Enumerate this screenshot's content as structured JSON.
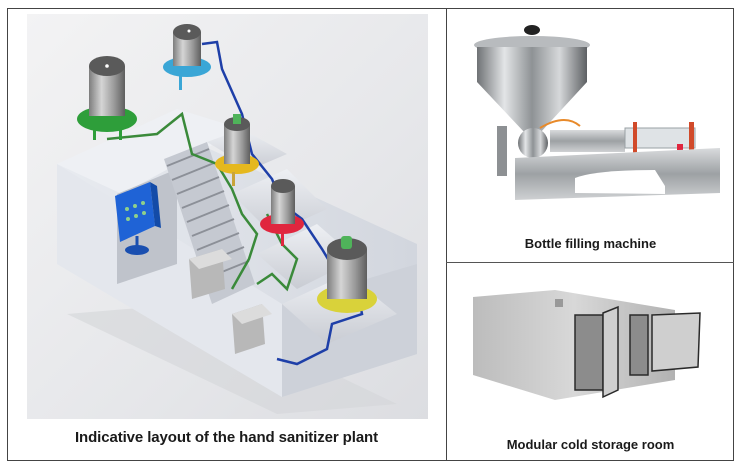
{
  "figures": [
    {
      "id": "plant-layout",
      "caption": "Indicative layout of the hand sanitizer plant",
      "image_alt": "3D render of stepped hand sanitizer plant with mixing tanks, stairs, control panel and piping"
    },
    {
      "id": "filling-machine",
      "caption": "Bottle filling machine",
      "image_alt": "Stainless steel hopper piston bottle filling machine"
    },
    {
      "id": "cold-storage",
      "caption": "Modular cold storage room",
      "image_alt": "Modular insulated cold storage room with open doors"
    }
  ],
  "colors": {
    "tank_rings": [
      "#2e9e3a",
      "#3aa6d6",
      "#e5b81e",
      "#e0263e",
      "#d9d23a"
    ],
    "pipe_blue": "#1e3fa8",
    "pipe_green": "#3a8a3a",
    "panel_blue": "#1f63d6",
    "border": "#444444"
  }
}
